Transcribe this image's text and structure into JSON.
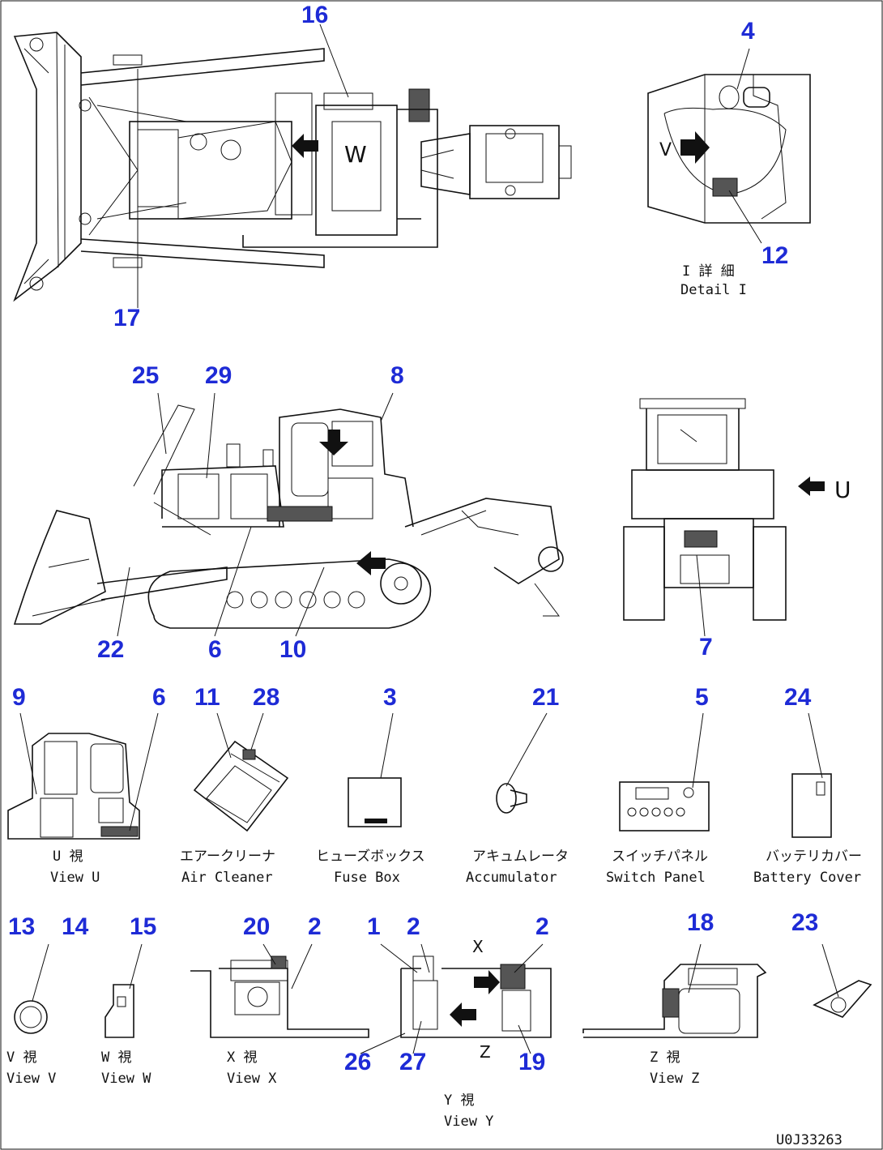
{
  "callouts": {
    "c16": "16",
    "c17": "17",
    "c4": "4",
    "c12": "12",
    "c25": "25",
    "c29": "29",
    "c8": "8",
    "c22": "22",
    "c6a": "6",
    "c10": "10",
    "c7": "7",
    "c9": "9",
    "c6b": "6",
    "c11": "11",
    "c28": "28",
    "c3": "3",
    "c21": "21",
    "c5": "5",
    "c24": "24",
    "c13": "13",
    "c14": "14",
    "c15": "15",
    "c20": "20",
    "c2a": "2",
    "c1": "1",
    "c2b": "2",
    "c2c": "2",
    "c18": "18",
    "c23": "23",
    "c26": "26",
    "c27": "27",
    "c19": "19"
  },
  "letters": {
    "w_top": "W",
    "v_detail": "V",
    "u_right": "U",
    "x_view": "X",
    "z_view": "Z"
  },
  "captions": {
    "detail_jp": "I 詳 細",
    "detail_en": "Detail I",
    "view_u_jp": "U 視",
    "view_u_en": "View U",
    "air_jp": "エアークリーナ",
    "air_en": "Air Cleaner",
    "fuse_jp": "ヒューズボックス",
    "fuse_en": "Fuse Box",
    "acc_jp": "アキュムレータ",
    "acc_en": "Accumulator",
    "sw_jp": "スイッチパネル",
    "sw_en": "Switch Panel",
    "bat_jp": "バッテリカバー",
    "bat_en": "Battery Cover",
    "view_v_jp": "V 視",
    "view_v_en": "View V",
    "view_w_jp": "W 視",
    "view_w_en": "View W",
    "view_x_jp": "X 視",
    "view_x_en": "View X",
    "view_y_jp": "Y 視",
    "view_y_en": "View Y",
    "view_z_jp": "Z 視",
    "view_z_en": "View Z"
  },
  "drawing_code": "U0J33263",
  "colors": {
    "callout": "#1e2bd6",
    "line": "#111111"
  }
}
